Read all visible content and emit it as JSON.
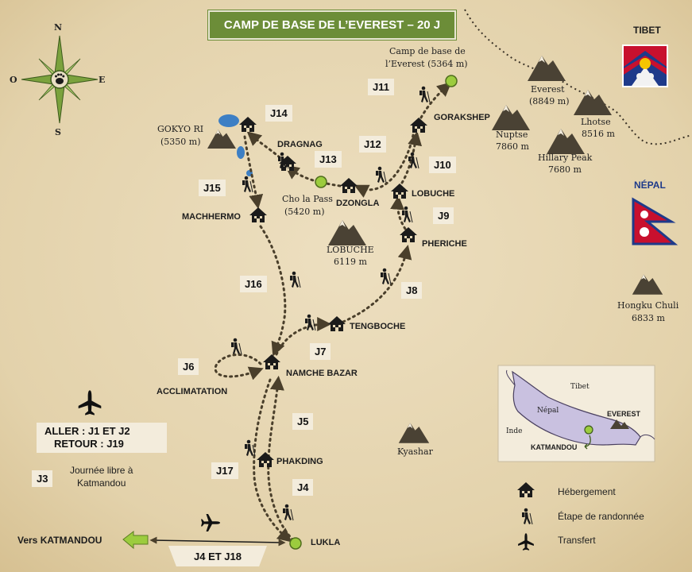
{
  "title": "CAMP DE BASE DE L’EVEREST – 20 J",
  "compass": {
    "n": "N",
    "s": "S",
    "e": "E",
    "w": "O"
  },
  "regions": {
    "tibet": "TIBET",
    "nepal": "NÉPAL"
  },
  "places": {
    "lukla": "LUKLA",
    "phakding": "PHAKDING",
    "namche": "NAMCHE BAZAR",
    "acclim": "ACCLIMATATION",
    "tengboche": "TENGBOCHE",
    "pheriche": "PHERICHE",
    "lobuche_village": "LOBUCHE",
    "gorakshep": "GORAKSHEP",
    "dzongla": "DZONGLA",
    "dragnag": "DRAGNAG",
    "machhermo": "MACHHERMO",
    "gokyo_name": "GOKYO RI",
    "gokyo_alt": "(5350 m)",
    "cho_la_name": "Cho la Pass",
    "cho_la_alt": "(5420 m)",
    "ebc_line1": "Camp de base de",
    "ebc_line2": "l’Everest (5364 m)"
  },
  "peaks": {
    "everest_name": "Everest",
    "everest_alt": "(8849 m)",
    "nuptse_name": "Nuptse",
    "nuptse_alt": "7860 m",
    "lhotse_name": "Lhotse",
    "lhotse_alt": "8516 m",
    "hillary_name": "Hillary Peak",
    "hillary_alt": "7680 m",
    "lobuche_name": "LOBUCHE",
    "lobuche_alt": "6119 m",
    "hongku_name": "Hongku Chuli",
    "hongku_alt": "6833 m",
    "kyashar": "Kyashar"
  },
  "days": {
    "j3": "J3",
    "j4": "J4",
    "j5": "J5",
    "j6": "J6",
    "j7": "J7",
    "j8": "J8",
    "j9": "J9",
    "j10": "J10",
    "j11": "J11",
    "j12": "J12",
    "j13": "J13",
    "j14": "J14",
    "j15": "J15",
    "j16": "J16",
    "j17": "J17"
  },
  "info": {
    "aller": "ALLER  : J1 ET J2",
    "retour": "RETOUR : J19",
    "j3_note_1": "Journée libre à",
    "j3_note_2": "Katmandou",
    "vers": "Vers KATMANDOU",
    "flight_days": "J4 ET J18"
  },
  "legend": {
    "lodging": "Hébergement",
    "stage": "Étape de randonnée",
    "transfer": "Transfert"
  },
  "inset": {
    "tibet": "Tibet",
    "nepal": "Népal",
    "inde": "Inde",
    "everest": "EVEREST",
    "katmandou": "KATMANDOU"
  },
  "colors": {
    "parchment": "#e6d7b4",
    "route": "#4a3f2b",
    "title_bg": "#6c8d38",
    "point_green": "#9ccc3e",
    "lake": "#3d7fc4",
    "mountain": "#4a4234"
  }
}
